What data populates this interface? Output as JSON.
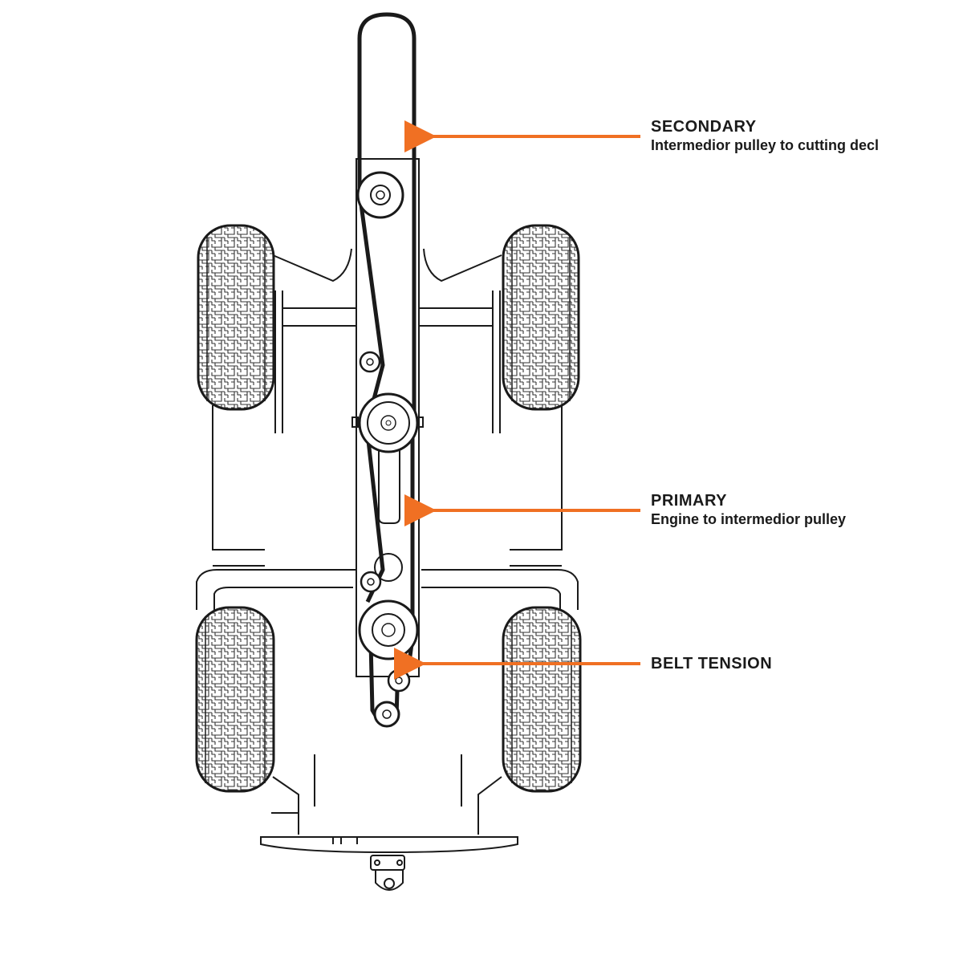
{
  "accent_color": "#f07023",
  "line_color": "#1a1a1a",
  "callouts": {
    "secondary": {
      "title": "SECONDARY",
      "description": "Intermedior pulley to cutting decl"
    },
    "primary": {
      "title": "PRIMARY",
      "description": "Engine to intermedior pulley"
    },
    "belt_tension": {
      "title": "BELT TENSION"
    }
  },
  "icons": [
    "tire-tread-pattern",
    "pulley",
    "drive-belt",
    "arrow-left"
  ]
}
